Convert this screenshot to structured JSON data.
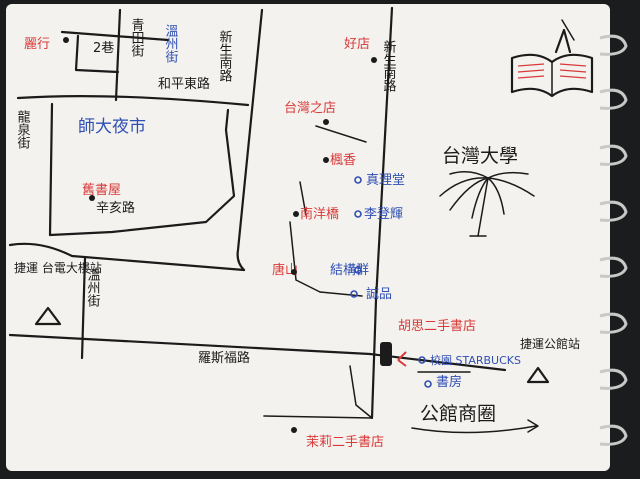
{
  "map": {
    "streets": {
      "qingtian": "青田街",
      "hexi": "和平東路",
      "xinsheng_left": "新生南路",
      "xinsheng_main": "新生南路",
      "longquan": "龍泉街",
      "xinhai": "辛亥路",
      "wenzhou": "溫州街",
      "luosifu": "羅斯福路",
      "road2": "2巷"
    },
    "places_red": {
      "niang": "麗行",
      "haoxian": "好店",
      "taiwan_store": "台灣之店",
      "maple": "楓香",
      "nanyang": "南洋橋",
      "old_house": "舊書屋",
      "hui_shan": "唐山",
      "secondhand1": "胡思二手書店",
      "secondhand2": "茉莉二手書店"
    },
    "places_blue": {
      "night_market": "師大夜市",
      "shi_da_street": "溫州街",
      "zhen_li": "真理堂",
      "li_zhao": "李登輝",
      "jieguo": "結構群",
      "cheng_pin": "誠品",
      "xiaozhi": "校園 STARBUCKS",
      "shufang": "書房"
    },
    "landmarks": {
      "ntu": "台灣大學",
      "gongguan": "公館商圈",
      "mrt_taidian": "捷運 台電大樓站",
      "mrt_gongguan": "捷運公館站"
    },
    "colors": {
      "paper": "#f4f2ee",
      "ink": "#1b1b1b",
      "red": "#d83a3a",
      "blue": "#2f4fb3",
      "binding": "#c8c8c8"
    }
  }
}
